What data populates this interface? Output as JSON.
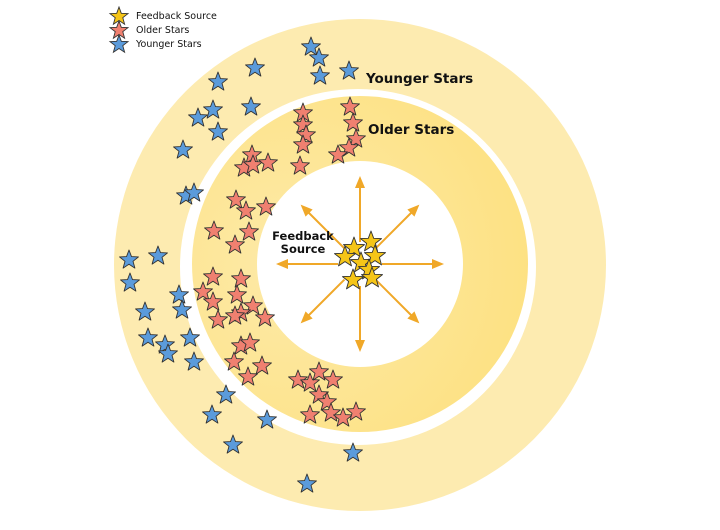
{
  "legend": {
    "items": [
      {
        "label": "Feedback Source",
        "color": "#f5c518",
        "icon": "star-icon"
      },
      {
        "label": "Older Stars",
        "color": "#f08070",
        "icon": "star-icon"
      },
      {
        "label": "Younger Stars",
        "color": "#5b9bdb",
        "icon": "star-icon"
      }
    ]
  },
  "labels": {
    "younger": "Younger Stars",
    "older": "Older Stars",
    "source": "Feedback Source"
  },
  "colors": {
    "outer_ring": "#fdebb0",
    "inner_ring": "#fde38a",
    "arrow": "#f0a828",
    "star_outline": "#333333"
  }
}
